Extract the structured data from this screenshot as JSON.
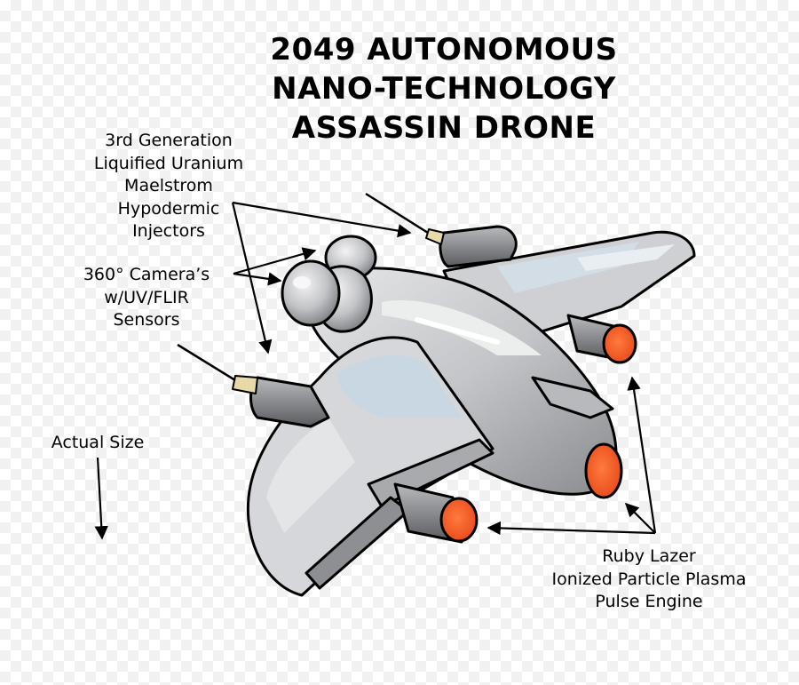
{
  "title": {
    "lines": [
      "2049 AUTONOMOUS",
      "NANO-TECHNOLOGY",
      "ASSASSIN DRONE"
    ]
  },
  "callouts": {
    "injectors": [
      "3rd Generation",
      "Liquified Uranium",
      "Maelstrom",
      "Hypodermic",
      "Injectors"
    ],
    "cameras": [
      "360° Camera’s",
      "w/UV/FLIR",
      "Sensors"
    ],
    "actual_size": [
      "Actual Size"
    ],
    "engine": [
      "Ruby Lazer",
      "Ionized Particle Plasma",
      "Pulse Engine"
    ]
  },
  "colors": {
    "outline": "#000000",
    "hull_light": "#d9dadc",
    "hull_mid": "#b4b5b8",
    "hull_dark": "#6e6f73",
    "wing_highlight": "#c9d7e2",
    "exhaust": "#f25a2a",
    "needle_tip": "#e8d9a8"
  }
}
